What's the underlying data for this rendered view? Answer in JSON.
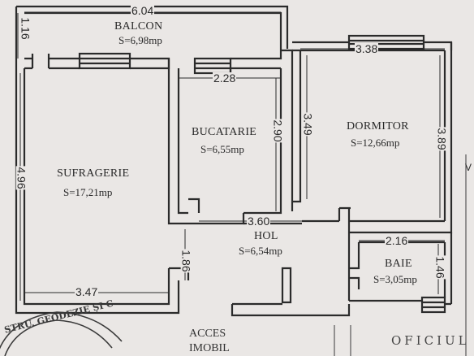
{
  "rooms": {
    "balcon": {
      "name": "BALCON",
      "area": "S=6,98mp"
    },
    "sufragerie": {
      "name": "SUFRAGERIE",
      "area": "S=17,21mp"
    },
    "bucatarie": {
      "name": "BUCATARIE",
      "area": "S=6,55mp"
    },
    "dormitor": {
      "name": "DORMITOR",
      "area": "S=12,66mp"
    },
    "hol": {
      "name": "HOL",
      "area": "S=6,54mp"
    },
    "baie": {
      "name": "BAIE",
      "area": "S=3,05mp"
    }
  },
  "dimensions": {
    "balcon_width": "6.04",
    "balcon_depth": "1.16",
    "sufragerie_height": "4.96",
    "sufragerie_width": "3.47",
    "bucatarie_width": "2.28",
    "bucatarie_height": "2.90",
    "dormitor_width": "3.38",
    "dormitor_left_height": "3.49",
    "dormitor_right_height": "3.89",
    "hol_width": "3.60",
    "hol_depth": "1.86",
    "baie_width": "2.16",
    "baie_height": "1.46"
  },
  "footer": {
    "access_line1": "ACCES",
    "access_line2": "IMOBIL",
    "office": "OFICIUL",
    "stamp": "STRU. GEODEZIE ȘI C",
    "edge_letter": "V"
  },
  "colors": {
    "paper": "#eae7e5",
    "ink": "#2a2a2a"
  }
}
